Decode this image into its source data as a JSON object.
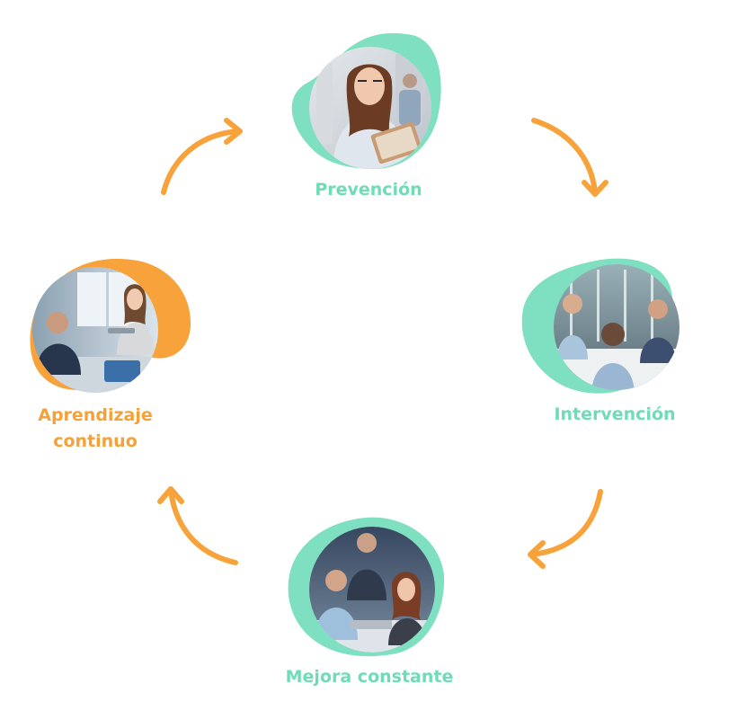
{
  "colors": {
    "mint": "#7ee0c0",
    "mint_text": "#6fdcb6",
    "orange": "#f7a23a",
    "orange_text": "#f5a13a"
  },
  "cycle": {
    "steps": [
      {
        "key": "prevencion",
        "label": "Prevención",
        "photo": "woman-with-tablet-photo"
      },
      {
        "key": "intervencion",
        "label": "Intervención",
        "photo": "team-meeting-photo"
      },
      {
        "key": "mejora",
        "label": "Mejora constante",
        "photo": "group-at-laptop-photo"
      },
      {
        "key": "aprendizaje",
        "label_line1": "Aprendizaje",
        "label_line2": "continuo",
        "photo": "office-presentation-photo"
      }
    ],
    "arrow_icon": "curved-arrow-icon"
  }
}
